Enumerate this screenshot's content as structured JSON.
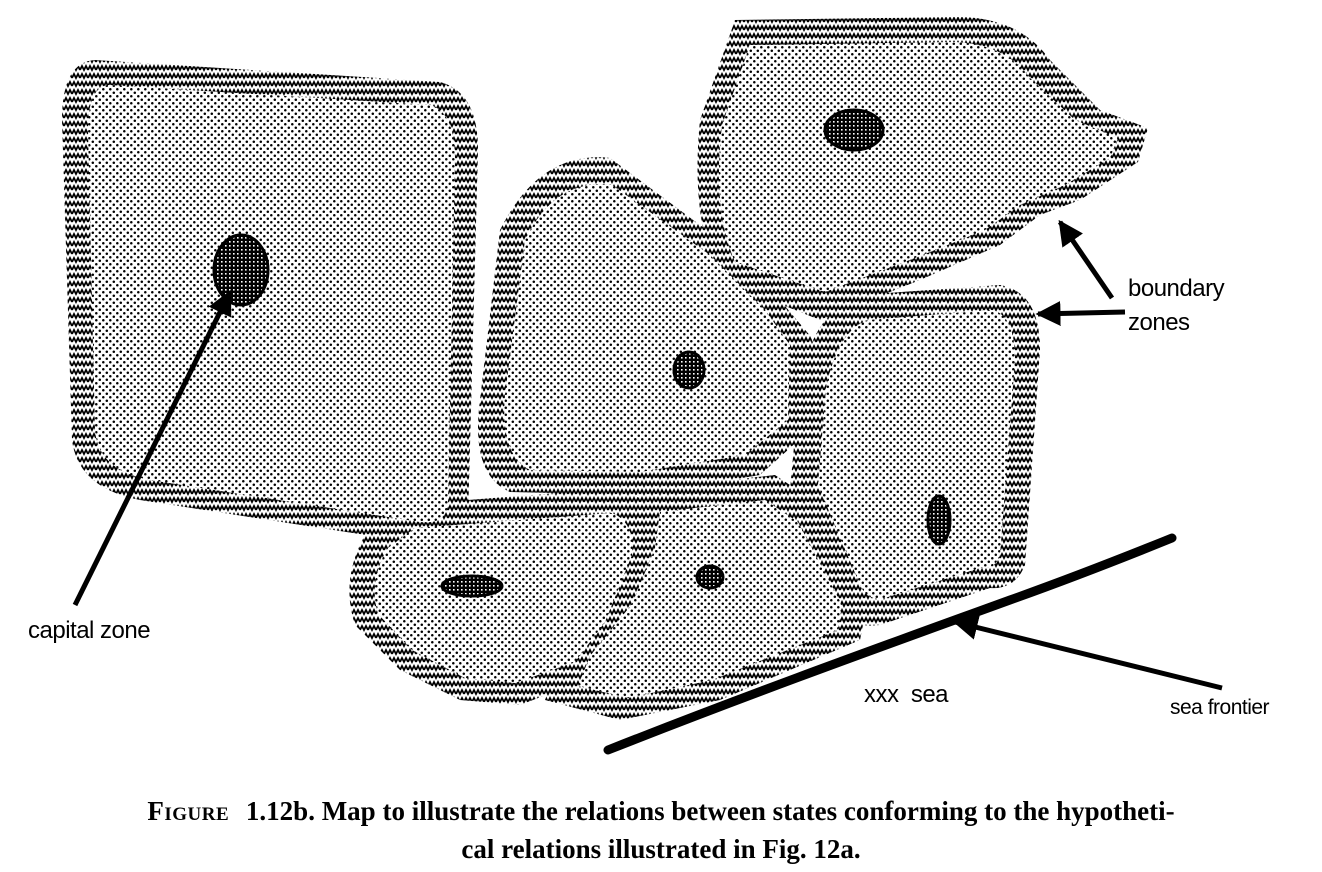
{
  "labels": {
    "boundary_line1": "boundary",
    "boundary_line2": "zones",
    "capital_zone": "capital zone",
    "sea": "xxx  sea",
    "sea_frontier": "sea frontier"
  },
  "caption": {
    "figure_word": "Figure",
    "number": "1.12b.",
    "line1_rest": "Map to illustrate the relations between states conforming to the hypotheti-",
    "line2": "cal relations illustrated in Fig. 12a."
  },
  "colors": {
    "ink": "#000000",
    "paper": "#ffffff"
  }
}
